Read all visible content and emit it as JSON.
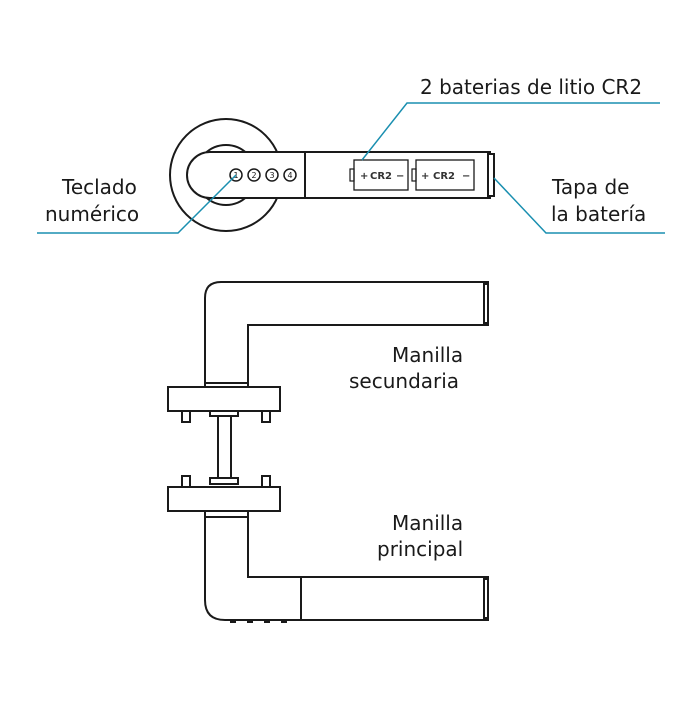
{
  "labels": {
    "batteries": "2 baterias de litio CR2",
    "keypad_line1": "Teclado",
    "keypad_line2": "numérico",
    "cover_line1": "Tapa de",
    "cover_line2": "la batería",
    "secondary_line1": "Manilla",
    "secondary_line2": "secundaria",
    "main_line1": "Manilla",
    "main_line2": "principal"
  },
  "battery_cells": [
    "CR2",
    "CR2"
  ],
  "battery_signs": {
    "plus": "+",
    "minus": "−"
  },
  "keypad_keys": [
    "1",
    "2",
    "3",
    "4"
  ],
  "colors": {
    "leader_line": "#1a8fb0",
    "outline": "#1a1a1a"
  }
}
